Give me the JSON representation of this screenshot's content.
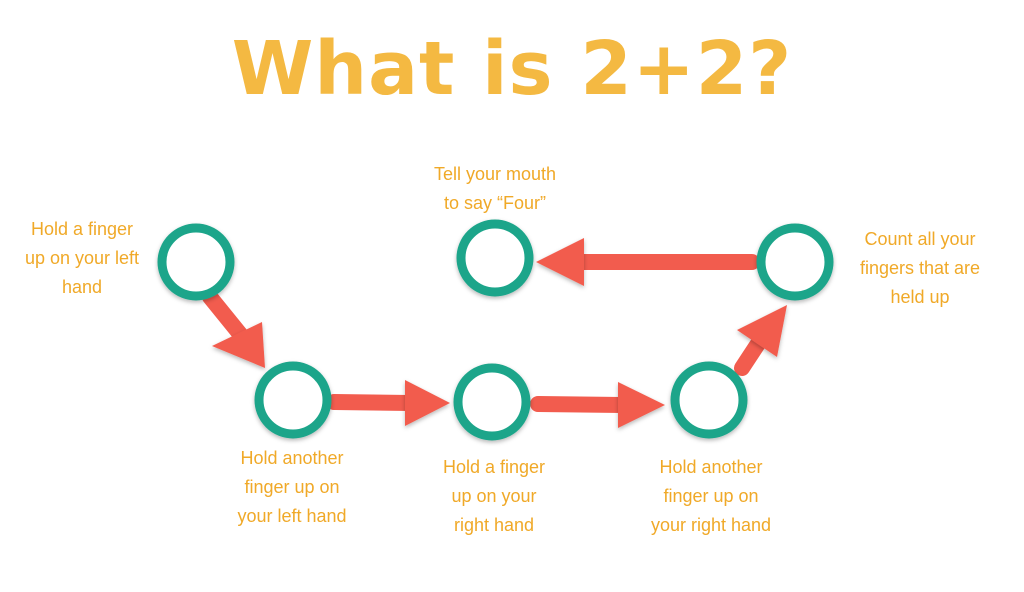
{
  "title": "What is 2+2?",
  "colors": {
    "title": "#F4B942",
    "text": "#F0A928",
    "node_stroke": "#1DA58A",
    "arrow": "#F25C4E"
  },
  "steps": [
    {
      "lines": [
        "Hold a finger",
        "up on your left",
        "hand"
      ]
    },
    {
      "lines": [
        "Hold another",
        "finger up on",
        "your left hand"
      ]
    },
    {
      "lines": [
        "Hold a finger",
        "up on your",
        "right hand"
      ]
    },
    {
      "lines": [
        "Hold another",
        "finger up on",
        "your right hand"
      ]
    },
    {
      "lines": [
        "Count all your",
        "fingers that are",
        "held up"
      ]
    },
    {
      "lines": [
        "Tell your mouth",
        "to say “Four”"
      ]
    }
  ]
}
